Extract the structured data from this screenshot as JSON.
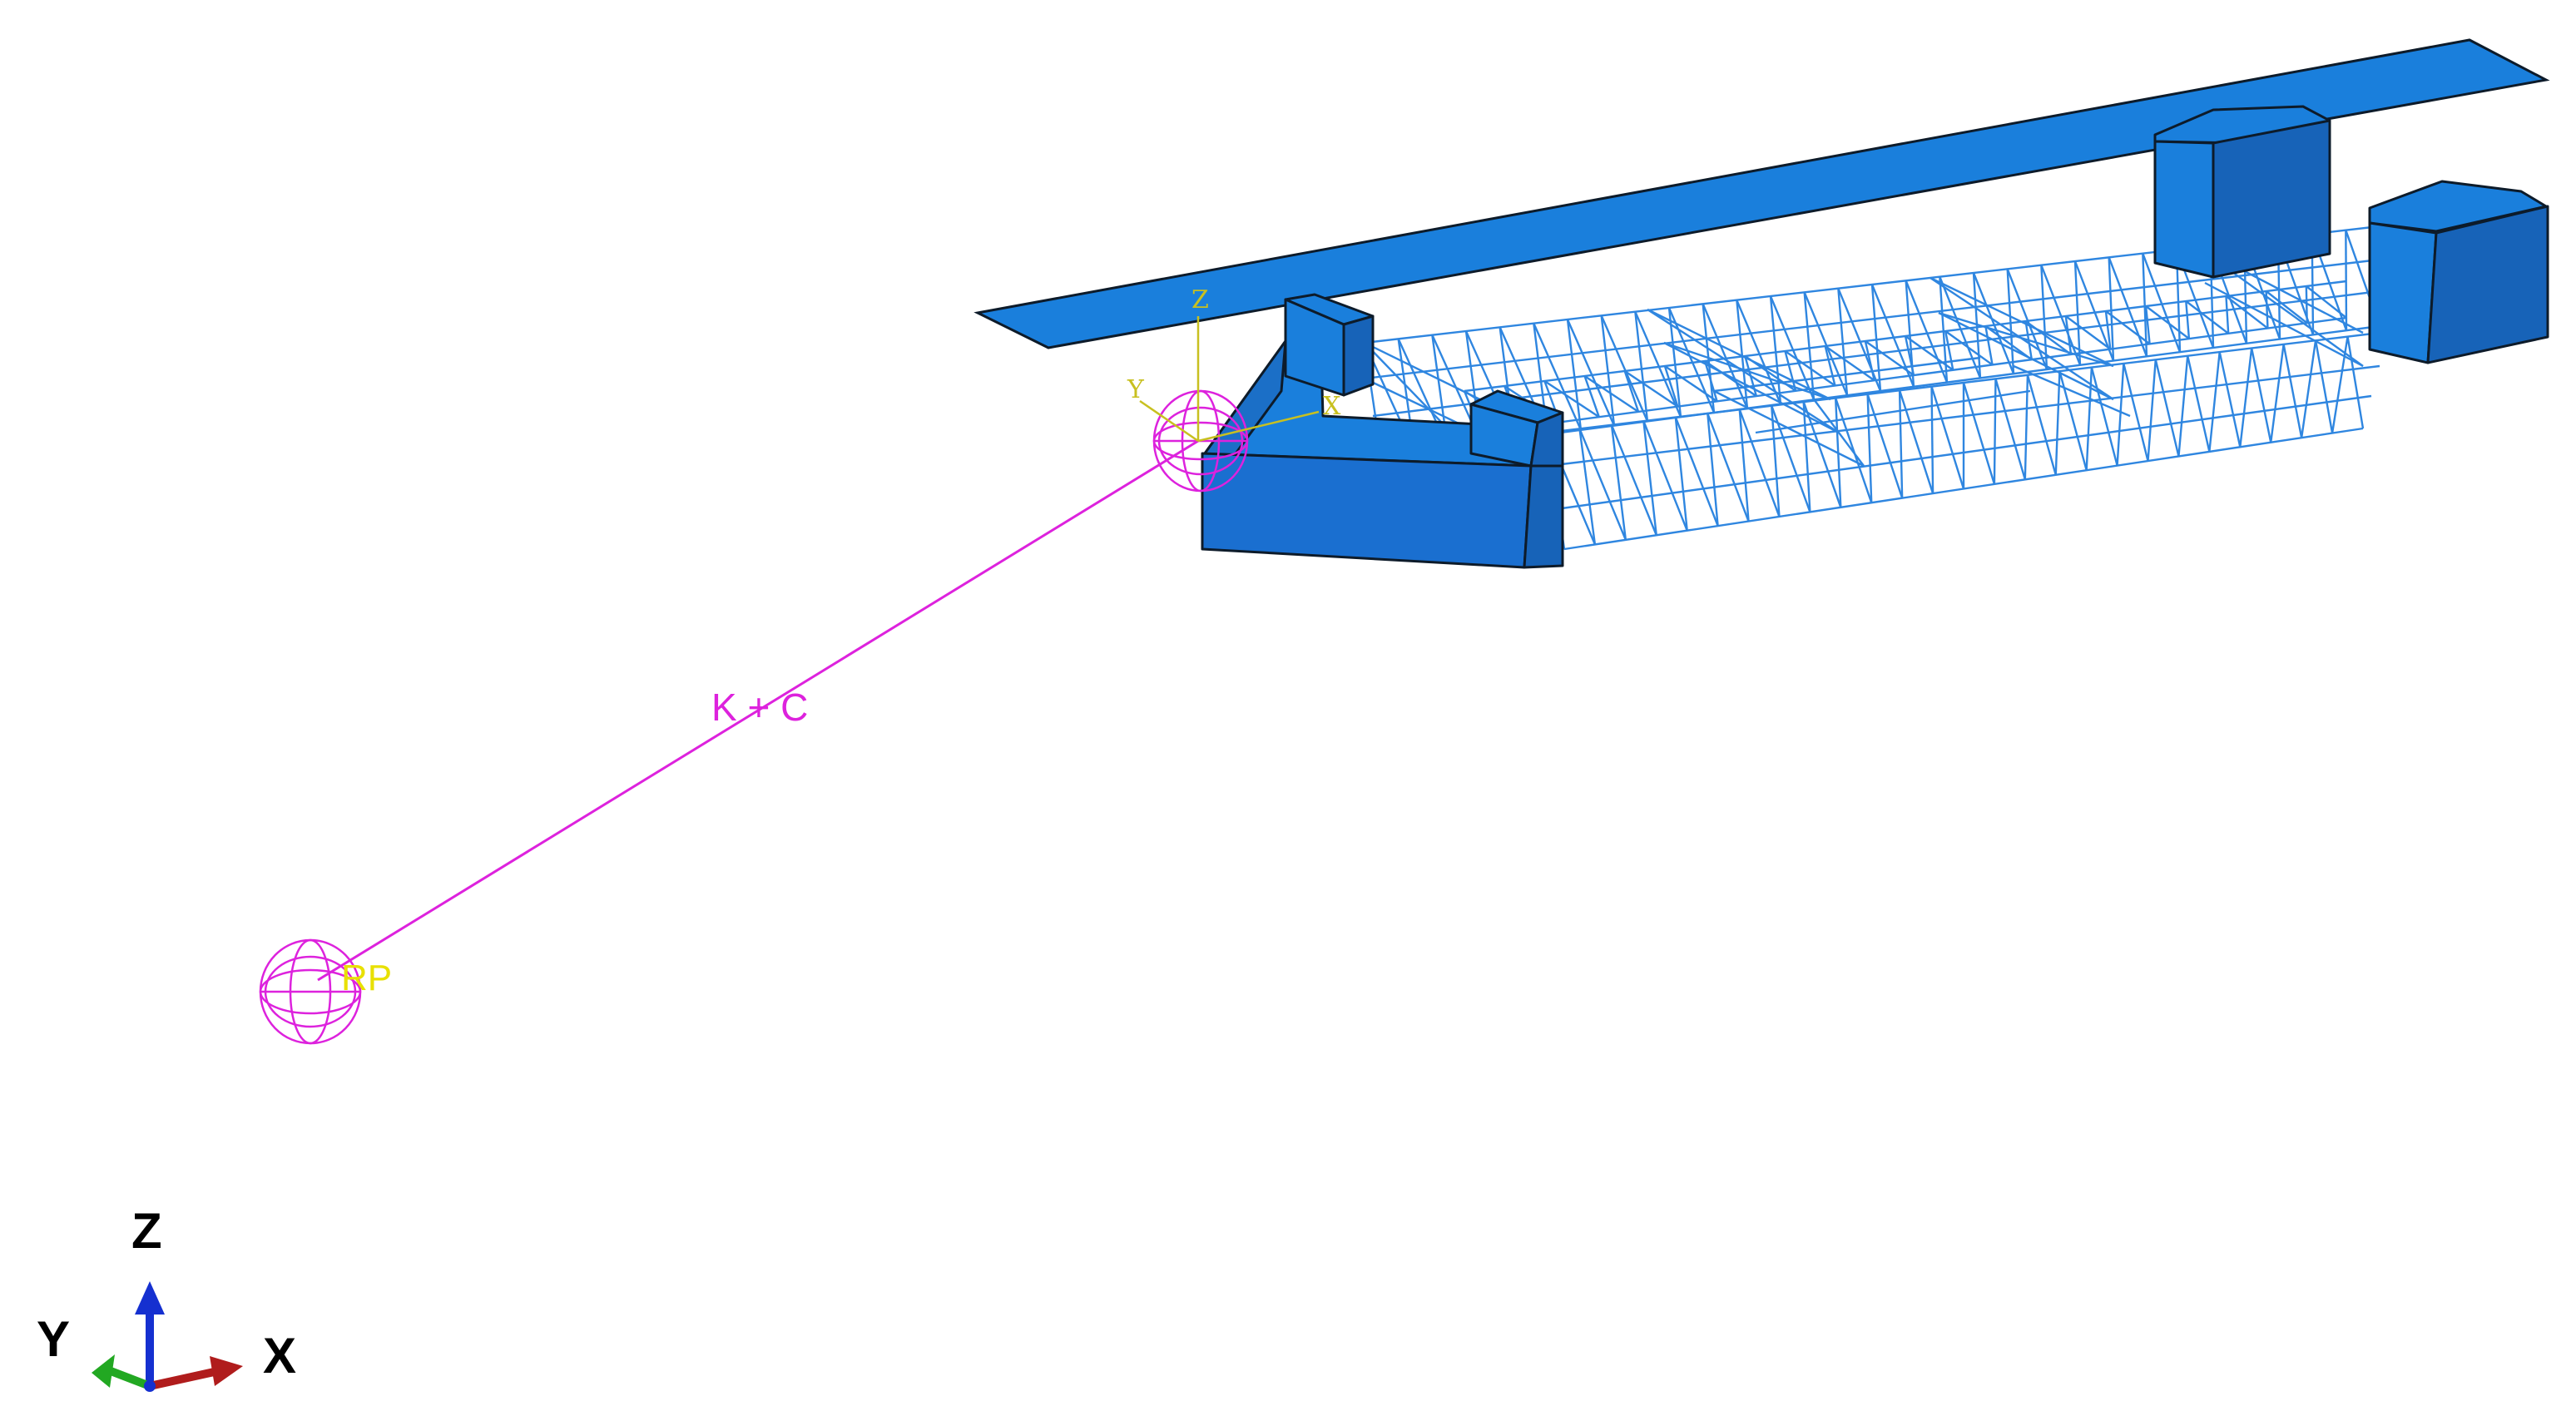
{
  "colors": {
    "solid_face": "#1a7fdc",
    "solid_dark": "#1763b8",
    "solid_side": "#1b6fc7",
    "edge": "#0d1b2a",
    "truss": "#2f86e0",
    "spring": "#dd22dd",
    "rp_label": "#e8e000",
    "local_csys": "#c8c020",
    "triad_z": "#1530d0",
    "triad_y": "#22a822",
    "triad_x": "#b01c1c",
    "triad_text": "#000000"
  },
  "connector": {
    "label": "K + C",
    "icon": "spring-dashpot-connector"
  },
  "reference_point": {
    "label": "RP",
    "icon": "reference-point-sphere-icon"
  },
  "local_csys": {
    "x_label": "X",
    "y_label": "Y",
    "z_label": "Z"
  },
  "triad": {
    "x_label": "X",
    "y_label": "Y",
    "z_label": "Z"
  }
}
